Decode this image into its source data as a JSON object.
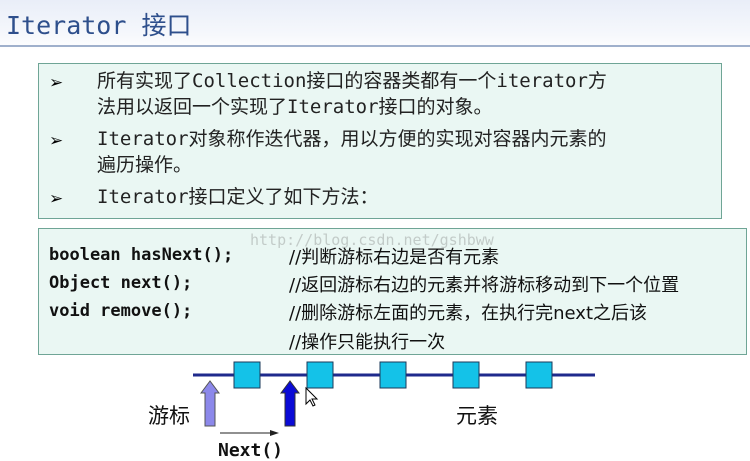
{
  "title": "Iterator 接口",
  "bullets": [
    {
      "line1": "所有实现了Collection接口的容器类都有一个iterator方",
      "line2": "法用以返回一个实现了Iterator接口的对象。"
    },
    {
      "line1": "Iterator对象称作迭代器，用以方便的实现对容器内元素的",
      "line2": "遍历操作。"
    },
    {
      "line1": "Iterator接口定义了如下方法：",
      "line2": ""
    }
  ],
  "bullet_glyph": "➢",
  "methods": [
    {
      "code": "boolean hasNext();",
      "comment": "//判断游标右边是否有元素"
    },
    {
      "code": "Object next();",
      "comment": "//返回游标右边的元素并将游标移动到下一个位置"
    },
    {
      "code": "void remove();",
      "comment": "//删除游标左面的元素，在执行完next之后该"
    },
    {
      "code": "",
      "comment": "//操作只能执行一次"
    }
  ],
  "watermark": "http://blog.csdn.net/gshbww",
  "diagram": {
    "cursor_label": "游标",
    "element_label": "元素",
    "next_label": "Next()",
    "element_count": 5,
    "colors": {
      "element": "#14c2e8",
      "line": "#1f2a8c",
      "cursor_old": "#8c88ea",
      "cursor_new": "#0b0bd6"
    }
  }
}
